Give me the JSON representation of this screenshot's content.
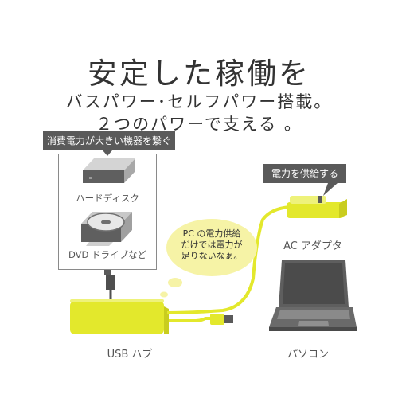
{
  "headline": "安定した稼働を",
  "subheadline_line1": "バスパワー･セルフパワー搭載。",
  "subheadline_line2": "２つのパワーで支える 。",
  "callout_devices": "消費電力が大きい機器を繋ぐ",
  "callout_power": "電力を供給する",
  "devices": {
    "hdd_label": "ハードディスク",
    "dvd_label": "DVD ドライブなど"
  },
  "thought_bubble": {
    "line1": "PC の電力供給",
    "line2": "だけでは電力が",
    "line3": "足りないなぁ。"
  },
  "labels": {
    "ac_adapter": "AC アダプタ",
    "usb_hub": "USB ハブ",
    "pc": "パソコン"
  },
  "colors": {
    "accent_yellow": "#e3e82c",
    "gray_dark": "#5a5a5a",
    "bubble": "#f6f3a6"
  },
  "icons": [
    "hard-disk-icon",
    "dvd-drive-icon",
    "usb-hub-icon",
    "ac-adapter-icon",
    "laptop-icon",
    "usb-plug-icon"
  ]
}
